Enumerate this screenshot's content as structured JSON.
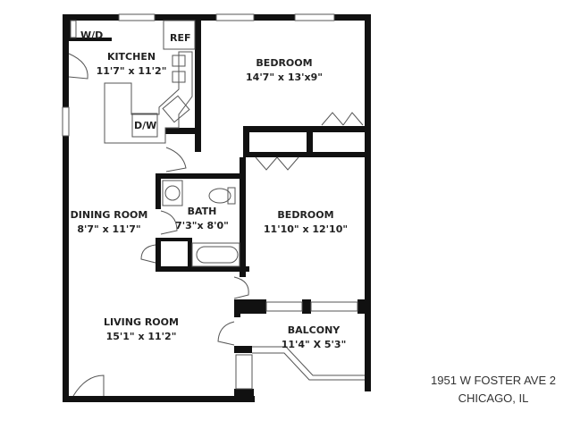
{
  "rooms": {
    "kitchen": {
      "name": "KITCHEN",
      "size": "11'7\" x 11'2\""
    },
    "bedroom1": {
      "name": "BEDROOM",
      "size": "14'7\" x 13'x9\""
    },
    "dining": {
      "name": "DINING ROOM",
      "size": "8'7\" x 11'7\""
    },
    "bath": {
      "name": "BATH",
      "size": "7'3\"x 8'0\""
    },
    "bedroom2": {
      "name": "BEDROOM",
      "size": "11'10\" x 12'10\""
    },
    "living": {
      "name": "LIVING ROOM",
      "size": "15'1\" x 11'2\""
    },
    "balcony": {
      "name": "BALCONY",
      "size": "11'4\" X 5'3\""
    }
  },
  "fixtures": {
    "washer_dryer": "W/D",
    "refrigerator": "REF",
    "dishwasher": "D/W"
  },
  "address": {
    "line1": "1951 W FOSTER AVE 2",
    "line2": "CHICAGO, IL"
  },
  "colors": {
    "wall": "#111111",
    "line": "#555555",
    "background": "#ffffff"
  }
}
